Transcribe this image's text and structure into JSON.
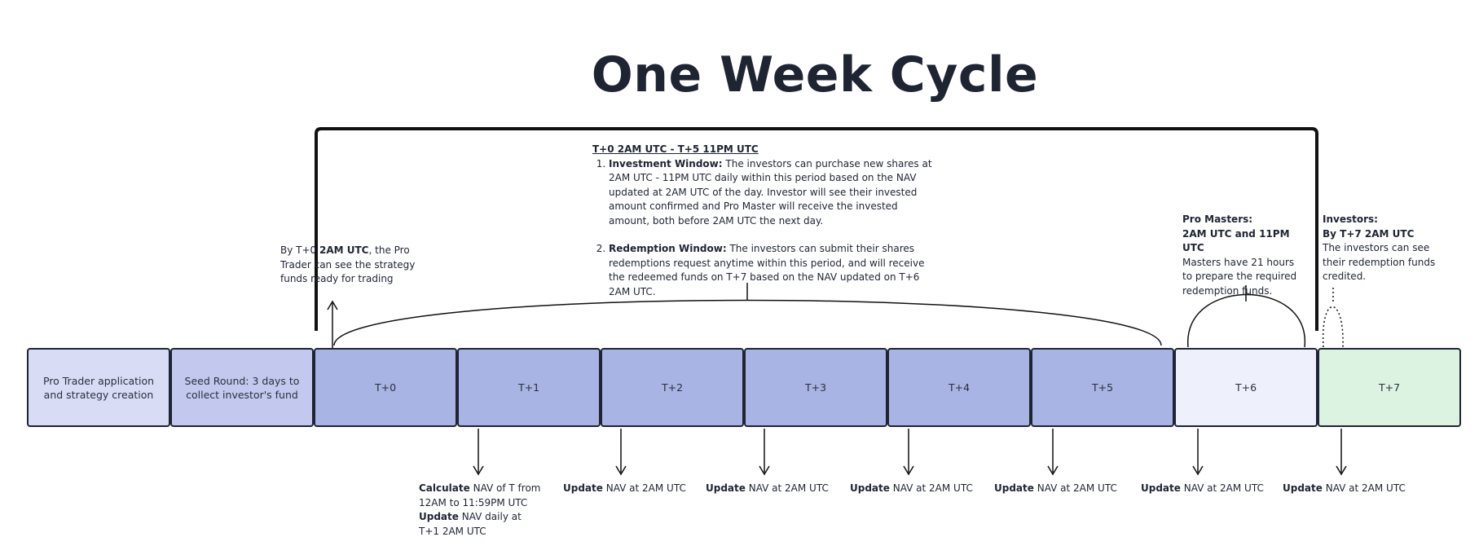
{
  "title": "One Week Cycle",
  "boxes": [
    {
      "label": "Pro Trader application and strategy creation",
      "color": "#d9dcf5"
    },
    {
      "label": "Seed Round: 3 days  to collect investor's fund",
      "color": "#c3c9ee"
    },
    {
      "label": "T+0",
      "color": "#a8b4e4"
    },
    {
      "label": "T+1",
      "color": "#a8b4e4"
    },
    {
      "label": "T+2",
      "color": "#a8b4e4"
    },
    {
      "label": "T+3",
      "color": "#a8b4e4"
    },
    {
      "label": "T+4",
      "color": "#a8b4e4"
    },
    {
      "label": "T+5",
      "color": "#a8b4e4"
    },
    {
      "label": "T+6",
      "color": "#eef0fb"
    },
    {
      "label": "T+7",
      "color": "#dcf3e2"
    }
  ],
  "window": {
    "header": "T+0 2AM UTC - T+5 11PM UTC",
    "investment_title": "Investment Window:",
    "investment_text": "The investors can purchase new shares at 2AM UTC - 11PM UTC daily within this period based on the NAV updated at 2AM UTC of the day. Investor will see their invested amount confirmed and Pro Master will receive the invested amount, both before 2AM UTC the next day.",
    "redemption_title": "Redemption Window:",
    "redemption_text": "The investors can submit their shares redemptions request anytime within this period, and will receive the redeemed funds on T+7 based on the NAV updated on T+6 2AM UTC."
  },
  "t0_note": {
    "pre": "By T+0",
    "bold": "2AM UTC",
    "post": ", the Pro Trader can see the strategy funds ready for trading"
  },
  "pro_masters": {
    "line1": "Pro Masters:",
    "line2": "2AM UTC and 11PM UTC",
    "text": "Masters have 21 hours to prepare the required redemption funds."
  },
  "investors": {
    "line1": "Investors:",
    "line2": "By T+7 2AM UTC",
    "text": "The investors can see their redemption funds credited."
  },
  "updates": {
    "t1_calc_bold": "Calculate",
    "t1_calc_text": "NAV of T from 12AM to 11:59PM UTC",
    "t1_upd_bold": "Update",
    "t1_upd_text": "NAV daily at T+1 2AM UTC",
    "update_bold": "Update",
    "update_text": "NAV at 2AM UTC"
  }
}
